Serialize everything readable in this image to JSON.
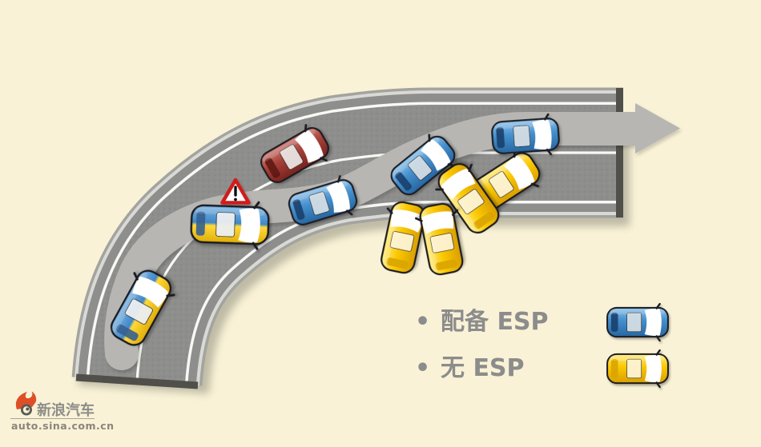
{
  "page": {
    "background_color": "#f9f2d6"
  },
  "diagram": {
    "description": "ESP driving stability comparison on a curved road",
    "road_color": "#8e8e8c",
    "lane_line_color": "#f8f8f4",
    "path_arrow_color": "#b7b6b2",
    "path_arrow_icon": "right-arrow",
    "warning_icon": "warning-triangle",
    "esp_car_color": "#4691cf",
    "no_esp_car_color": "#fbca06",
    "obstacle_car_color": "#a8423a"
  },
  "legend": {
    "text_color": "#8c8c8c",
    "items": [
      {
        "bullet": "•",
        "label": "配备 ESP",
        "car": "blue-car-icon"
      },
      {
        "bullet": "•",
        "label": "无 ESP",
        "car": "yellow-car-icon"
      }
    ]
  },
  "branding": {
    "logo_icon": "sina-eye-flame-icon",
    "site_name": "新浪汽车",
    "site_url": "auto.sina.com.cn"
  }
}
